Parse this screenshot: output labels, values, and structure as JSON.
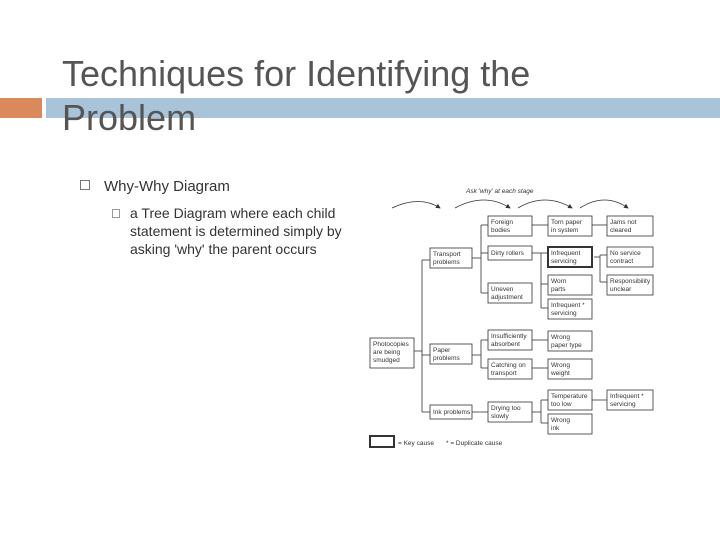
{
  "slide": {
    "title": "Techniques for Identifying the\nProblem",
    "bullets": [
      {
        "text": "Why-Why Diagram",
        "sub": "a Tree Diagram where each child statement is determined simply by asking 'why' the parent occurs"
      }
    ]
  },
  "diagram": {
    "header": "Ask 'why' at each stage",
    "legend_key": "= Key cause",
    "legend_dup": "* = Duplicate cause",
    "nodes": {
      "root": [
        "Photocopies",
        "are being",
        "smudged"
      ],
      "transport": [
        "Transport",
        "problems"
      ],
      "paper": [
        "Paper",
        "problems"
      ],
      "ink": [
        "Ink problems"
      ],
      "foreign": [
        "Foreign",
        "bodies"
      ],
      "dirty": [
        "Dirty rollers"
      ],
      "uneven": [
        "Uneven",
        "adjustment"
      ],
      "insufficient": [
        "Insufficiently",
        "absorbent"
      ],
      "catching": [
        "Catching on",
        "transport"
      ],
      "drying": [
        "Drying too",
        "slowly"
      ],
      "torn": [
        "Torn paper",
        "in system"
      ],
      "infrequent": [
        "Infrequent",
        "servicing"
      ],
      "worn": [
        "Worn",
        "parts"
      ],
      "infrequent2": [
        "Infrequent *",
        "servicing"
      ],
      "wrongtype": [
        "Wrong",
        "paper type"
      ],
      "wrongweight": [
        "Wrong",
        "weight"
      ],
      "temperature": [
        "Temperature",
        "too low"
      ],
      "wrongink": [
        "Wrong",
        "ink"
      ],
      "jams": [
        "Jams not",
        "cleared"
      ],
      "noservice": [
        "No service",
        "contract"
      ],
      "responsibility": [
        "Responsibility",
        "unclear"
      ],
      "infrequent3": [
        "Infrequent *",
        "servicing"
      ]
    }
  }
}
